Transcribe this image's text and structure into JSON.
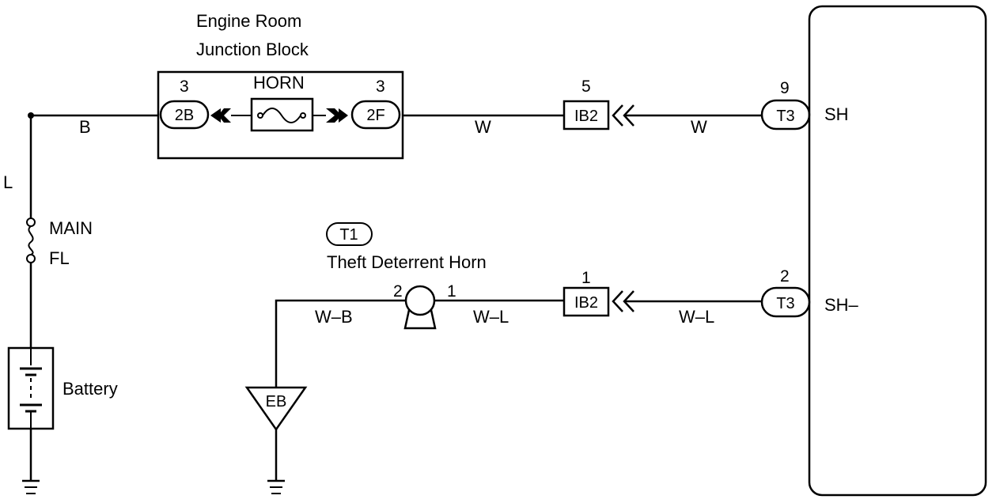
{
  "junction_block": {
    "title_line1": "Engine Room",
    "title_line2": "Junction Block",
    "fuse_label": "HORN"
  },
  "connectors": {
    "c_2b": {
      "id": "2B",
      "pin": "3"
    },
    "c_2f": {
      "id": "2F",
      "pin": "3"
    },
    "c_ib2_top": {
      "id": "IB2",
      "pin": "5"
    },
    "c_t3_top": {
      "id": "T3",
      "pin": "9"
    },
    "c_ib2_bot": {
      "id": "IB2",
      "pin": "1"
    },
    "c_t3_bot": {
      "id": "T3",
      "pin": "2"
    }
  },
  "wires": {
    "b": "B",
    "l": "L",
    "w1": "W",
    "w2": "W",
    "wb": "W–B",
    "wl1": "W–L",
    "wl2": "W–L"
  },
  "fusible_link": {
    "line1": "MAIN",
    "line2": "FL"
  },
  "battery": {
    "label": "Battery"
  },
  "horn": {
    "component_id": "T1",
    "label": "Theft Deterrent Horn",
    "pin_left": "2",
    "pin_right": "1"
  },
  "ground": {
    "id": "EB"
  },
  "ecu_terminals": {
    "sh": "SH",
    "sh_minus": "SH–"
  }
}
